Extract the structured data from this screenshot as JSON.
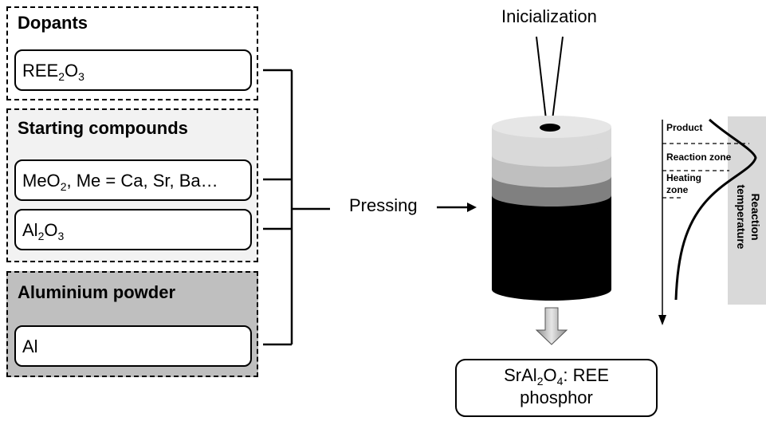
{
  "groups": {
    "dopants": {
      "title": "Dopants",
      "item": {
        "base": "REE",
        "sub1": "2",
        "mid": "O",
        "sub2": "3"
      }
    },
    "starting": {
      "title": "Starting compounds",
      "item1": {
        "pre": "MeO",
        "sub": "2",
        "post": ", Me = Ca, Sr, Ba…"
      },
      "item2": {
        "base": "Al",
        "sub1": "2",
        "mid": "O",
        "sub2": "3"
      }
    },
    "aluminium": {
      "title": "Aluminium powder",
      "item": {
        "label": "Al"
      }
    }
  },
  "pressing_label": "Pressing",
  "ignition_label": "Inicialization",
  "result": {
    "line1": {
      "pre": "SrAl",
      "sub1": "2",
      "mid": "O",
      "sub2": "4",
      "post": ": REE"
    },
    "line2": "phosphor"
  },
  "profile": {
    "zones": [
      "Product",
      "Reaction zone",
      "Heating",
      "zone"
    ],
    "temp_label_line1": "Reaction",
    "temp_label_line2": "temperature"
  },
  "colors": {
    "starting_bg": "#f2f2f2",
    "aluminium_bg": "#bfbfbf",
    "layer_top": "#d9d9d9",
    "layer_2": "#bfbfbf",
    "layer_3": "#808080",
    "layer_bottom": "#000000",
    "temp_band": "#d9d9d9"
  }
}
